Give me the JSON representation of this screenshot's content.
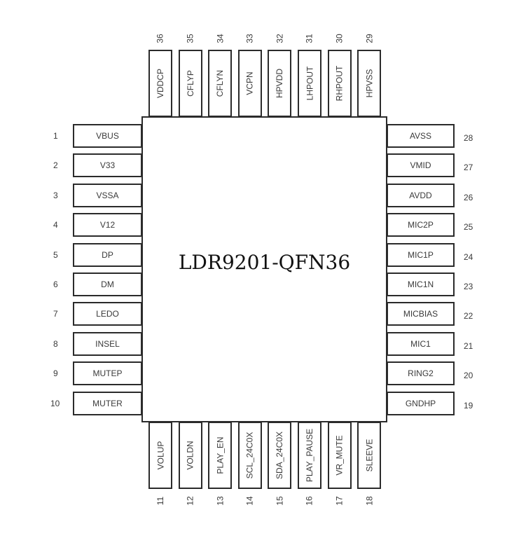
{
  "chip": {
    "title": "LDR9201-QFN36"
  },
  "pins": {
    "left": [
      {
        "number": "1",
        "name": "VBUS"
      },
      {
        "number": "2",
        "name": "V33"
      },
      {
        "number": "3",
        "name": "VSSA"
      },
      {
        "number": "4",
        "name": "V12"
      },
      {
        "number": "5",
        "name": "DP"
      },
      {
        "number": "6",
        "name": "DM"
      },
      {
        "number": "7",
        "name": "LEDO"
      },
      {
        "number": "8",
        "name": "INSEL"
      },
      {
        "number": "9",
        "name": "MUTEP"
      },
      {
        "number": "10",
        "name": "MUTER"
      }
    ],
    "bottom": [
      {
        "number": "11",
        "name": "VOLUP"
      },
      {
        "number": "12",
        "name": "VOLDN"
      },
      {
        "number": "13",
        "name": "PLAY_EN"
      },
      {
        "number": "14",
        "name": "SCL_24C0X"
      },
      {
        "number": "15",
        "name": "SDA_24C0X"
      },
      {
        "number": "16",
        "name": "PLAY_PAUSE"
      },
      {
        "number": "17",
        "name": "VR_MUTE"
      },
      {
        "number": "18",
        "name": "SLEEVE"
      }
    ],
    "right": [
      {
        "number": "28",
        "name": "AVSS"
      },
      {
        "number": "27",
        "name": "VMID"
      },
      {
        "number": "26",
        "name": "AVDD"
      },
      {
        "number": "25",
        "name": "MIC2P"
      },
      {
        "number": "24",
        "name": "MIC1P"
      },
      {
        "number": "23",
        "name": "MIC1N"
      },
      {
        "number": "22",
        "name": "MICBIAS"
      },
      {
        "number": "21",
        "name": "MIC1"
      },
      {
        "number": "20",
        "name": "RING2"
      },
      {
        "number": "19",
        "name": "GNDHP"
      }
    ],
    "top": [
      {
        "number": "36",
        "name": "VDDCP"
      },
      {
        "number": "35",
        "name": "CFLYP"
      },
      {
        "number": "34",
        "name": "CFLYN"
      },
      {
        "number": "33",
        "name": "VCPN"
      },
      {
        "number": "32",
        "name": "HPVDD"
      },
      {
        "number": "31",
        "name": "LHPOUT"
      },
      {
        "number": "30",
        "name": "RHPOUT"
      },
      {
        "number": "29",
        "name": "HPVSS"
      }
    ]
  }
}
